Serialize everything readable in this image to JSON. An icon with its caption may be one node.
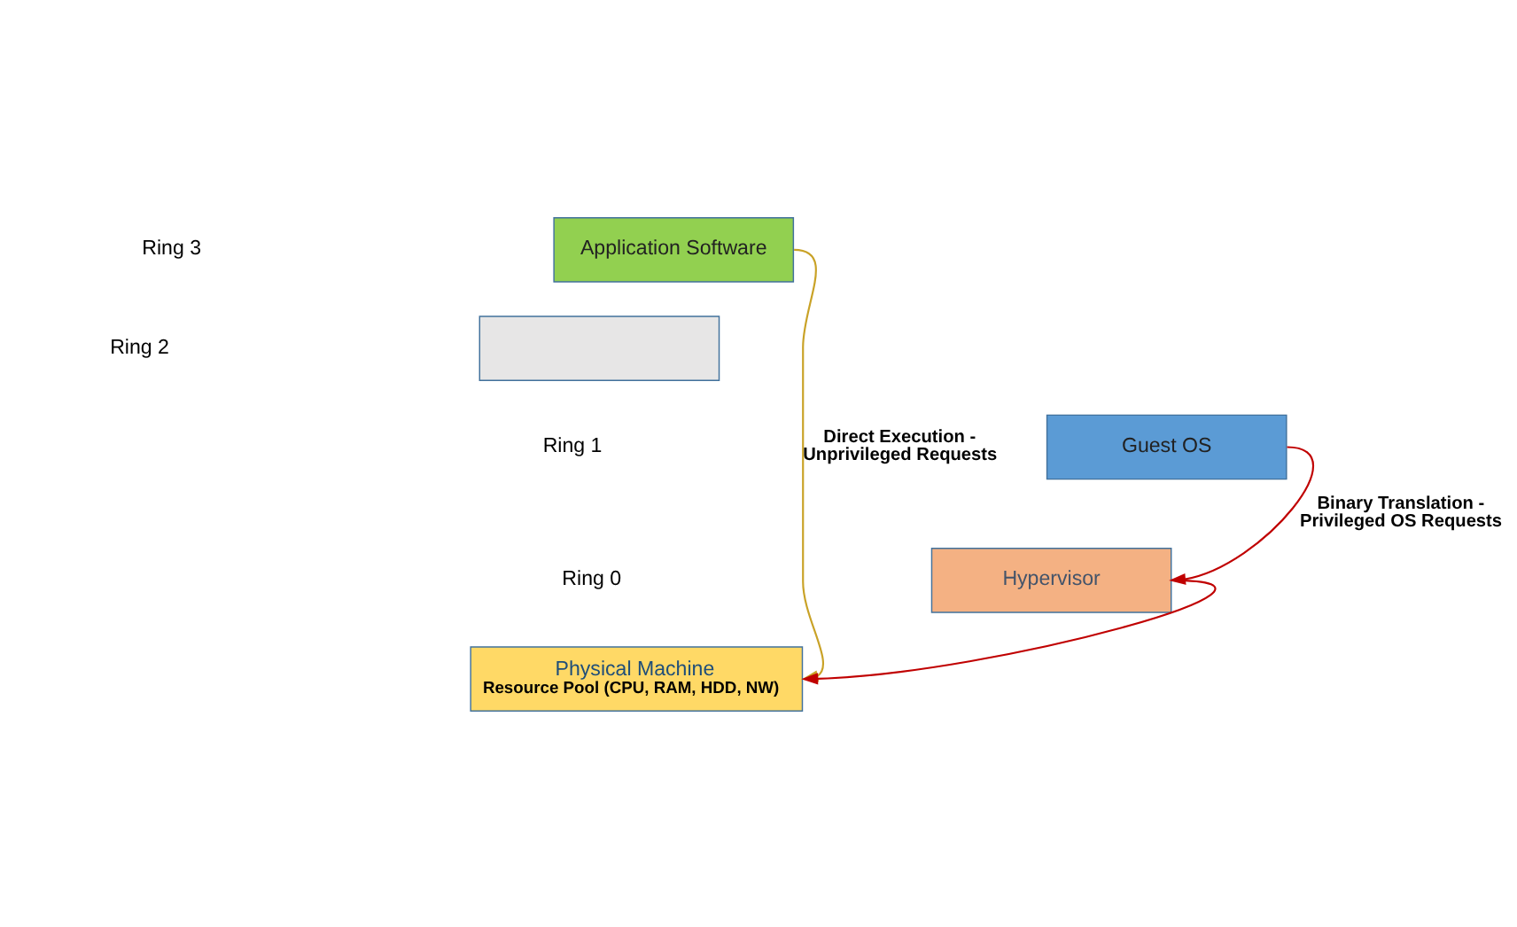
{
  "diagram": {
    "nodes": [
      {
        "text": [
          "Application Software"
        ]
      },
      {
        "text": [],
        "shape": "box"
      },
      {
        "text": [
          "Guest OS"
        ]
      },
      {
        "text": [
          "Hypervisor"
        ]
      },
      {
        "text": [
          "Physical Machine",
          "Resource Pool (CPU, RAM, HDD, NW)"
        ]
      }
    ],
    "edges": [
      {
        "from": 0,
        "to": 4,
        "arrow": "to",
        "label": "Direct Execution - Unprivileged Requests",
        "color": "#c9a227"
      },
      {
        "from": 2,
        "to": 3,
        "arrow": "to",
        "label": "Binary Translation - Privileged OS Requests",
        "color": "#c00000"
      },
      {
        "from": 3,
        "to": 4,
        "arrow": "to",
        "color": "#c00000"
      }
    ],
    "labels": [
      "Ring 3",
      "Ring 2",
      "Ring 1",
      "Ring 0"
    ]
  }
}
